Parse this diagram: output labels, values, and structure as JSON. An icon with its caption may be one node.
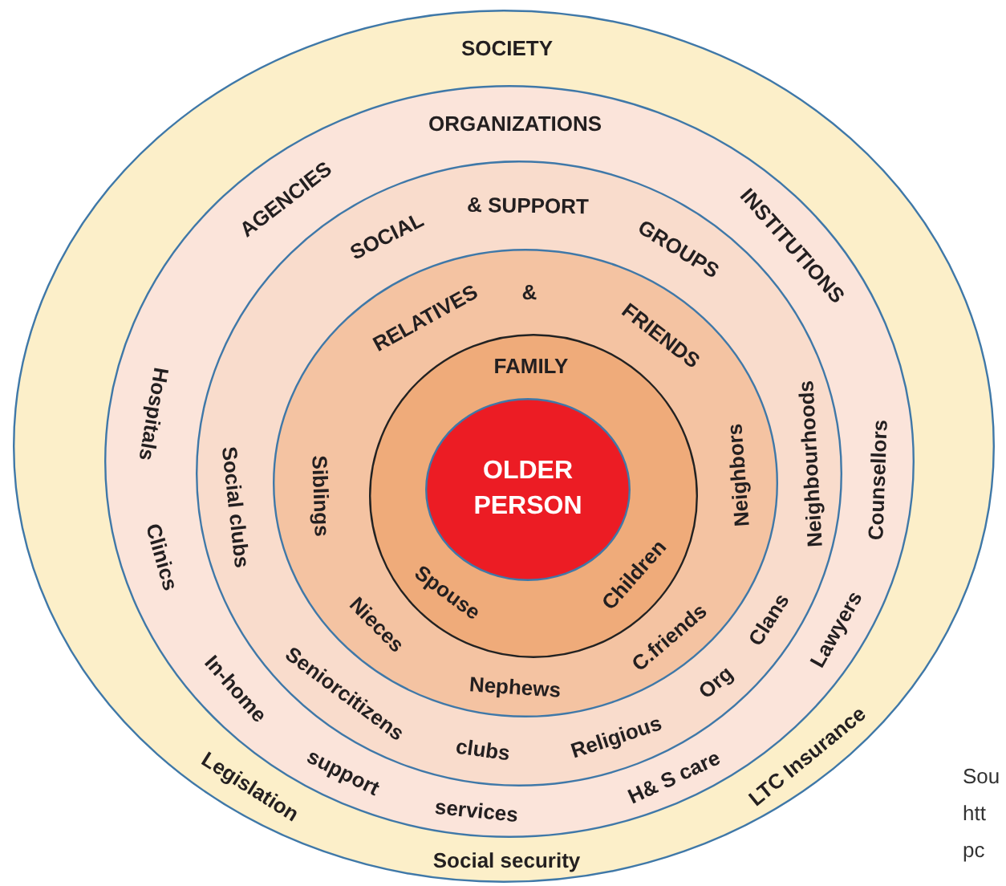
{
  "diagram": {
    "nodes": [
      {
        "text": [
          "SOCIETY",
          "Legislation",
          "Social security",
          "LTC Insurance"
        ]
      },
      {
        "text": [
          "ORGANIZATIONS",
          "AGENCIES",
          "INSTITUTIONS",
          "Hospitals",
          "Clinics",
          "In-home",
          "support",
          "services",
          "H& S care",
          "Lawyers",
          "Counsellors"
        ],
        "in": 0
      },
      {
        "text": [
          "SOCIAL",
          "& SUPPORT",
          "GROUPS",
          "Social clubs",
          "Seniorcitizens",
          "clubs",
          "Religious",
          "Org",
          "Clans",
          "Neighbourhoods"
        ],
        "in": 1
      },
      {
        "text": [
          "RELATIVES",
          "&",
          "FRIENDS",
          "Siblings",
          "Nieces",
          "Nephews",
          "C.friends",
          "Neighbors"
        ],
        "in": 2
      },
      {
        "text": [
          "FAMILY",
          "Spouse",
          "Children"
        ],
        "in": 3
      },
      {
        "text": [
          "OLDER PERSON"
        ],
        "in": 4
      }
    ],
    "labels": [
      "Sou",
      "htt",
      "pc"
    ]
  }
}
